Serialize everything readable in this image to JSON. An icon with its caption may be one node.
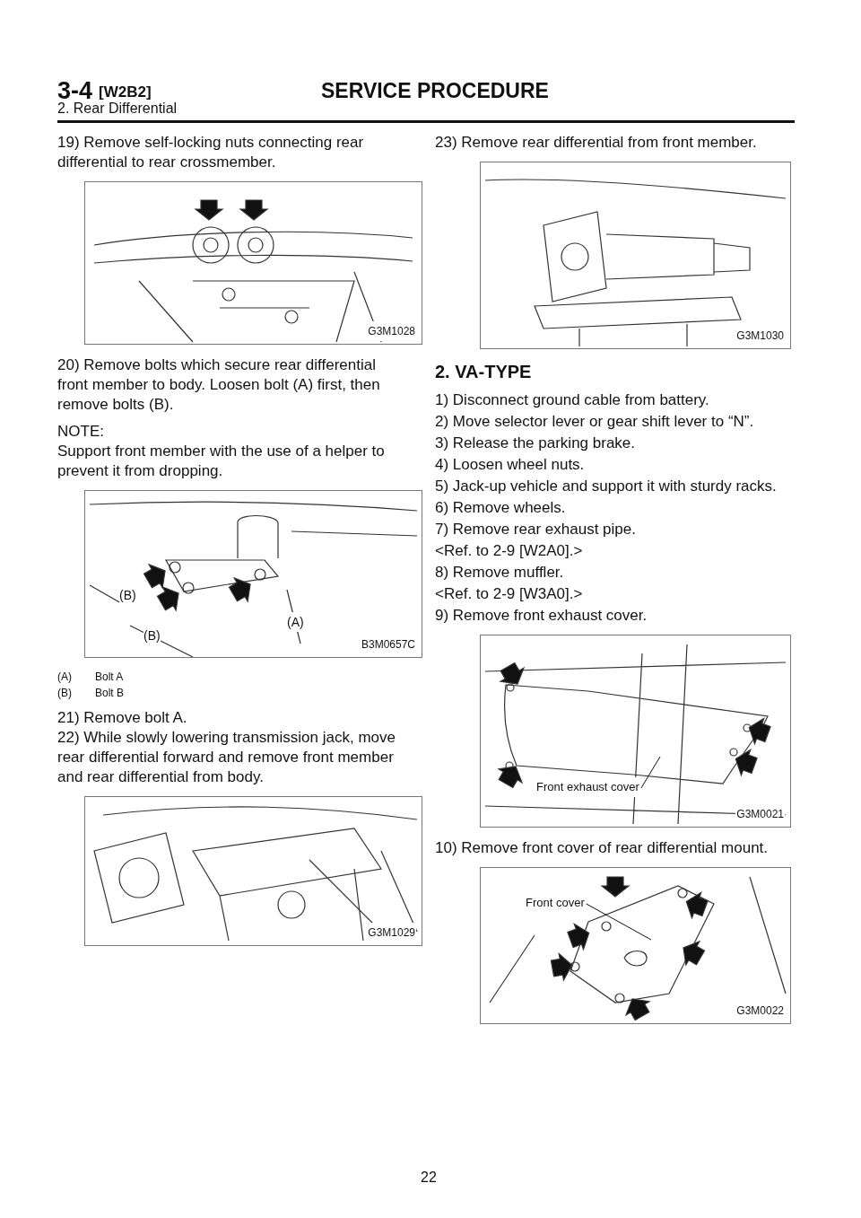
{
  "diagram": {
    "nodes": [
      {
        "text": [
          "Front exhaust cover"
        ]
      },
      {
        "text": [
          "Front cover"
        ]
      }
    ],
    "edges": [
      {
        "from": 0,
        "to": null,
        "arrow": "none"
      },
      {
        "from": 1,
        "to": null,
        "arrow": "none"
      }
    ],
    "labels": [
      "3-4",
      "[W2B2]",
      "SERVICE PROCEDURE",
      "2. Rear Differential",
      "19) Remove self-locking nuts connecting rear differential to rear crossmember.",
      "G3M1028",
      "20) Remove bolts which secure rear differential front member to body. Loosen bolt (A) first, then remove bolts (B).",
      "NOTE:",
      "Support front member with the use of a helper to prevent it from dropping.",
      "(B)",
      "(B)",
      "(A)",
      "B3M0657C",
      "(A)",
      "Bolt A",
      "(B)",
      "Bolt B",
      "21) Remove bolt A.",
      "22) While slowly lowering transmission jack, move rear differential forward and remove front member and rear differential from body.",
      "G3M1029",
      "23) Remove rear differential from front member.",
      "G3M1030",
      "2. VA-TYPE",
      "1) Disconnect ground cable from battery.",
      "2) Move selector lever or gear shift lever to “N”.",
      "3) Release the parking brake.",
      "4) Loosen wheel nuts.",
      "5) Jack-up vehicle and support it with sturdy racks.",
      "6) Remove wheels.",
      "7) Remove rear exhaust pipe.",
      "<Ref. to 2-9 [W2A0].>",
      "8) Remove muffler.",
      "<Ref. to 2-9 [W3A0].>",
      "9) Remove front exhaust cover.",
      "G3M0021",
      "10) Remove front cover of rear differential mount.",
      "G3M0022",
      "22"
    ]
  }
}
